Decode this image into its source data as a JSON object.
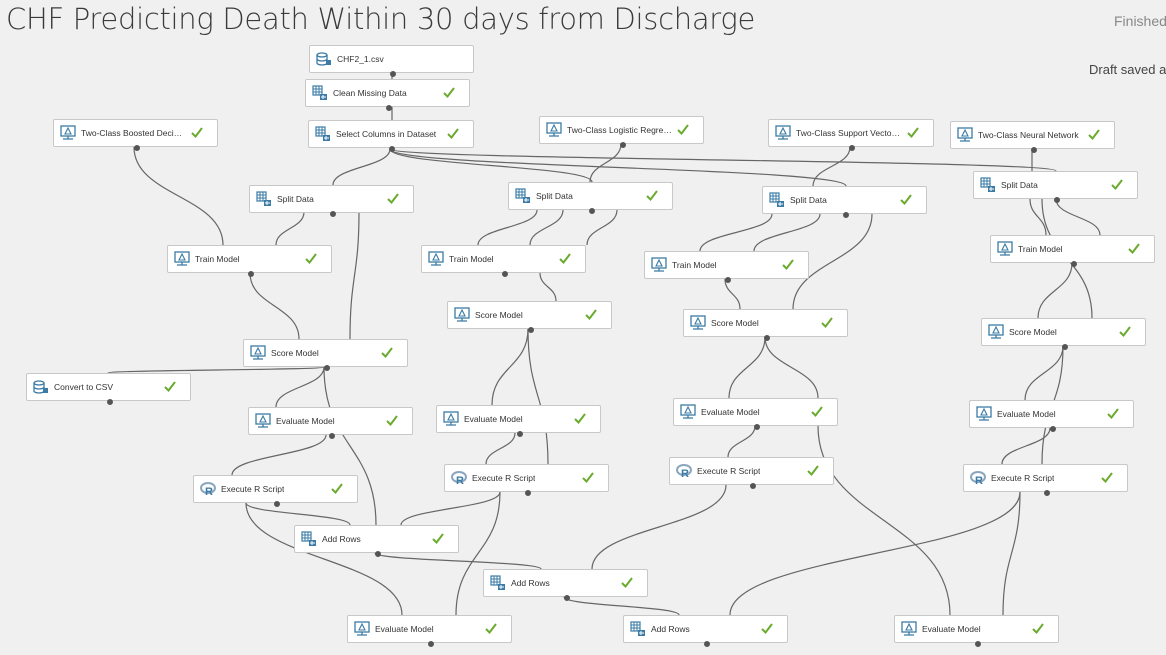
{
  "experiment": {
    "title": "CHF Predicting Death Within 30 days from Discharge",
    "status": "Finished",
    "draft_status": "Draft saved a"
  },
  "colors": {
    "canvas": "#f0f0f0",
    "node_border": "#c8c8c8",
    "check": "#6aab2e",
    "icon": "#3b7ba5",
    "wire": "#666666"
  },
  "modules": [
    {
      "id": "csv",
      "label": "CHF2_1.csv",
      "icon": "dataset-icon",
      "name": "module-chf2-csv"
    },
    {
      "id": "clean",
      "label": "Clean Missing Data",
      "icon": "transform-icon",
      "name": "module-clean-missing-data"
    },
    {
      "id": "select",
      "label": "Select Columns in Dataset",
      "icon": "transform-icon",
      "name": "module-select-columns"
    },
    {
      "id": "boost",
      "label": "Two-Class Boosted Decision ...",
      "icon": "model-icon",
      "name": "module-boosted-decision-tree"
    },
    {
      "id": "logreg",
      "label": "Two-Class Logistic Regression",
      "icon": "model-icon",
      "name": "module-logistic-regression"
    },
    {
      "id": "svm",
      "label": "Two-Class Support Vector M...",
      "icon": "model-icon",
      "name": "module-support-vector-machine"
    },
    {
      "id": "nn",
      "label": "Two-Class Neural Network",
      "icon": "model-icon",
      "name": "module-neural-network"
    },
    {
      "id": "split1",
      "label": "Split Data",
      "icon": "transform-icon",
      "name": "module-split-data-1"
    },
    {
      "id": "split2",
      "label": "Split Data",
      "icon": "transform-icon",
      "name": "module-split-data-2"
    },
    {
      "id": "split3",
      "label": "Split Data",
      "icon": "transform-icon",
      "name": "module-split-data-3"
    },
    {
      "id": "split4",
      "label": "Split Data",
      "icon": "transform-icon",
      "name": "module-split-data-4"
    },
    {
      "id": "train1",
      "label": "Train Model",
      "icon": "model-icon",
      "name": "module-train-model-1"
    },
    {
      "id": "train2",
      "label": "Train Model",
      "icon": "model-icon",
      "name": "module-train-model-2"
    },
    {
      "id": "train3",
      "label": "Train Model",
      "icon": "model-icon",
      "name": "module-train-model-3"
    },
    {
      "id": "train4",
      "label": "Train Model",
      "icon": "model-icon",
      "name": "module-train-model-4"
    },
    {
      "id": "score1",
      "label": "Score Model",
      "icon": "model-icon",
      "name": "module-score-model-1"
    },
    {
      "id": "score2",
      "label": "Score Model",
      "icon": "model-icon",
      "name": "module-score-model-2"
    },
    {
      "id": "score3",
      "label": "Score Model",
      "icon": "model-icon",
      "name": "module-score-model-3"
    },
    {
      "id": "score4",
      "label": "Score Model",
      "icon": "model-icon",
      "name": "module-score-model-4"
    },
    {
      "id": "convert",
      "label": "Convert to CSV",
      "icon": "dataset-icon",
      "name": "module-convert-to-csv"
    },
    {
      "id": "eval1",
      "label": "Evaluate Model",
      "icon": "model-icon",
      "name": "module-evaluate-model-1"
    },
    {
      "id": "eval2",
      "label": "Evaluate Model",
      "icon": "model-icon",
      "name": "module-evaluate-model-2"
    },
    {
      "id": "eval3",
      "label": "Evaluate Model",
      "icon": "model-icon",
      "name": "module-evaluate-model-3"
    },
    {
      "id": "eval4",
      "label": "Evaluate Model",
      "icon": "model-icon",
      "name": "module-evaluate-model-4"
    },
    {
      "id": "r1",
      "label": "Execute R Script",
      "icon": "r-icon",
      "name": "module-execute-r-script-1"
    },
    {
      "id": "r2",
      "label": "Execute R Script",
      "icon": "r-icon",
      "name": "module-execute-r-script-2"
    },
    {
      "id": "r3",
      "label": "Execute R Script",
      "icon": "r-icon",
      "name": "module-execute-r-script-3"
    },
    {
      "id": "r4",
      "label": "Execute R Script",
      "icon": "r-icon",
      "name": "module-execute-r-script-4"
    },
    {
      "id": "add1",
      "label": "Add Rows",
      "icon": "transform-icon",
      "name": "module-add-rows-1"
    },
    {
      "id": "add2",
      "label": "Add Rows",
      "icon": "transform-icon",
      "name": "module-add-rows-2"
    },
    {
      "id": "add3",
      "label": "Add Rows",
      "icon": "transform-icon",
      "name": "module-add-rows-3"
    },
    {
      "id": "evalA",
      "label": "Evaluate Model",
      "icon": "model-icon",
      "name": "module-evaluate-model-5"
    },
    {
      "id": "evalB",
      "label": "Evaluate Model",
      "icon": "model-icon",
      "name": "module-evaluate-model-6"
    }
  ]
}
